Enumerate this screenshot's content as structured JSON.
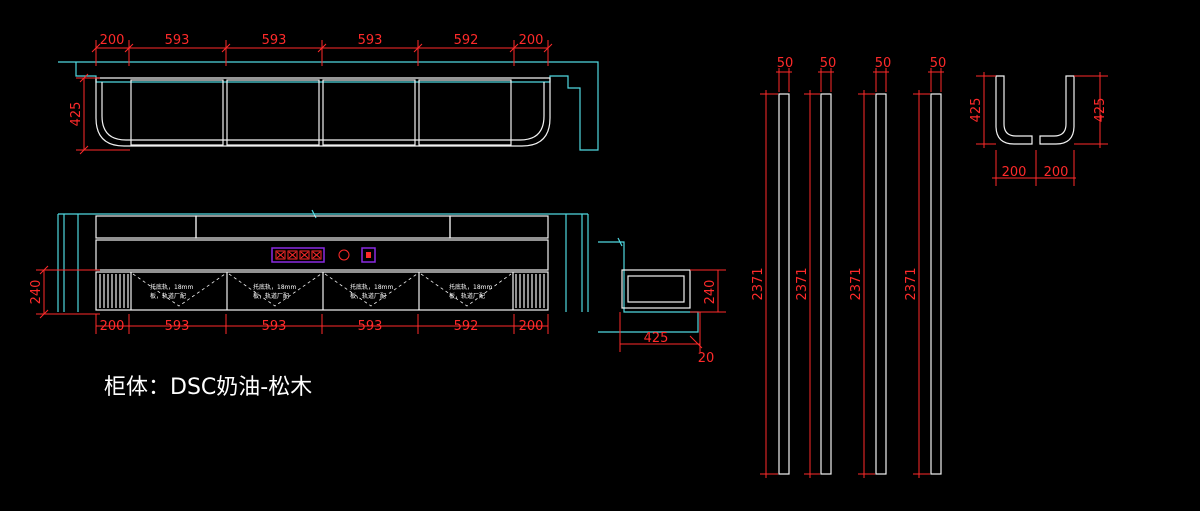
{
  "title": "柜体：DSC奶油-松木",
  "plan_view": {
    "widths": [
      "200",
      "593",
      "593",
      "593",
      "592",
      "200"
    ],
    "depth": "425"
  },
  "elevation_view": {
    "widths": [
      "200",
      "593",
      "593",
      "593",
      "592",
      "200"
    ],
    "height": "240",
    "panel_note_line1": "托底轨，18mm",
    "panel_note_line2": "板，轨道厂配"
  },
  "section_view": {
    "height": "240",
    "depth": "425",
    "offset": "20"
  },
  "strips": {
    "widths": [
      "50",
      "50",
      "50",
      "50"
    ],
    "lengths": [
      "2371",
      "2371",
      "2371",
      "2371"
    ]
  },
  "bend_pieces": {
    "height_left": "425",
    "height_right": "425",
    "widths": [
      "200",
      "200"
    ]
  },
  "colors": {
    "dimension": "#ff2a2a",
    "outline": "#4fd8e0",
    "body": "#f2f2f2",
    "socket": "#8a2be2"
  }
}
